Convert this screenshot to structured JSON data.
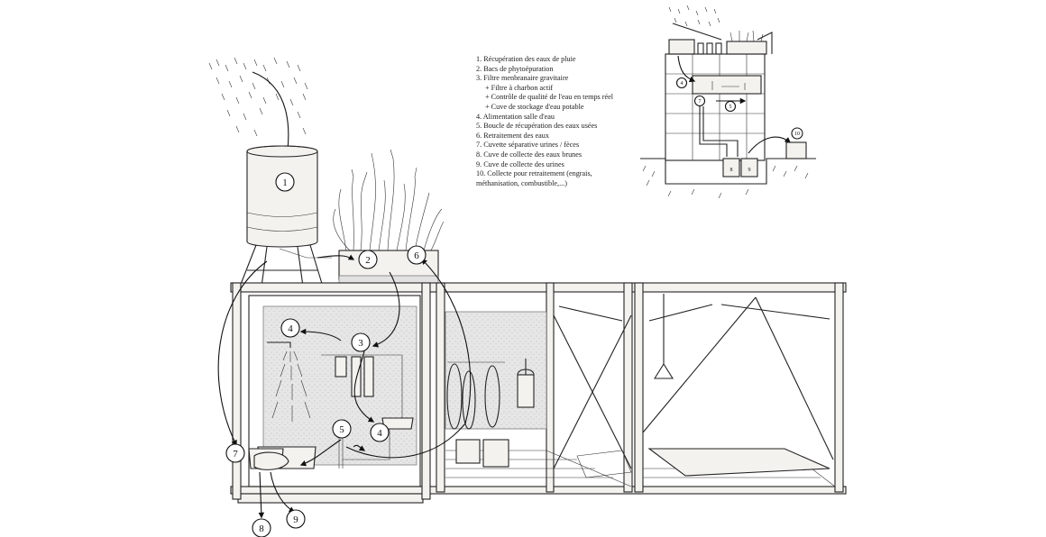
{
  "legend": {
    "items": [
      {
        "text": "1. Récupération des eaux de pluie"
      },
      {
        "text": "2. Bacs de phytoépuration"
      },
      {
        "text": "3. Filtre menbranaire gravitaire"
      },
      {
        "text": "+ Filtre à charbon actif",
        "sub": true
      },
      {
        "text": "+ Contrôle de qualité de l'eau en temps réel",
        "sub": true
      },
      {
        "text": "+ Cuve de stockage d'eau potable",
        "sub": true
      },
      {
        "text": "4. Alimentation salle d'eau"
      },
      {
        "text": "5. Boucle de récupération des eaux usées"
      },
      {
        "text": "6. Retraitement des eaux"
      },
      {
        "text": "7. Cuvette séparative urines / fèces"
      },
      {
        "text": "8. Cuve de collecte des eaux brunes"
      },
      {
        "text": "9. Cuve de collecte des urines"
      },
      {
        "text": "10. Collecte pour retraitement (engrais, méthanisation, combustible,...)"
      }
    ]
  },
  "markers": {
    "m1": "1",
    "m2": "2",
    "m3": "3",
    "m4a": "4",
    "m4b": "4",
    "m5": "5",
    "m6": "6",
    "m7": "7",
    "m8": "8",
    "m9": "9"
  },
  "mini_markers": {
    "m4": "4",
    "m5": "5",
    "m7": "7",
    "m8": "8",
    "m9": "9",
    "m10": "10"
  },
  "colors": {
    "ink": "#222222",
    "wall_fill": "#e2e2e2",
    "paper": "#ffffff"
  }
}
